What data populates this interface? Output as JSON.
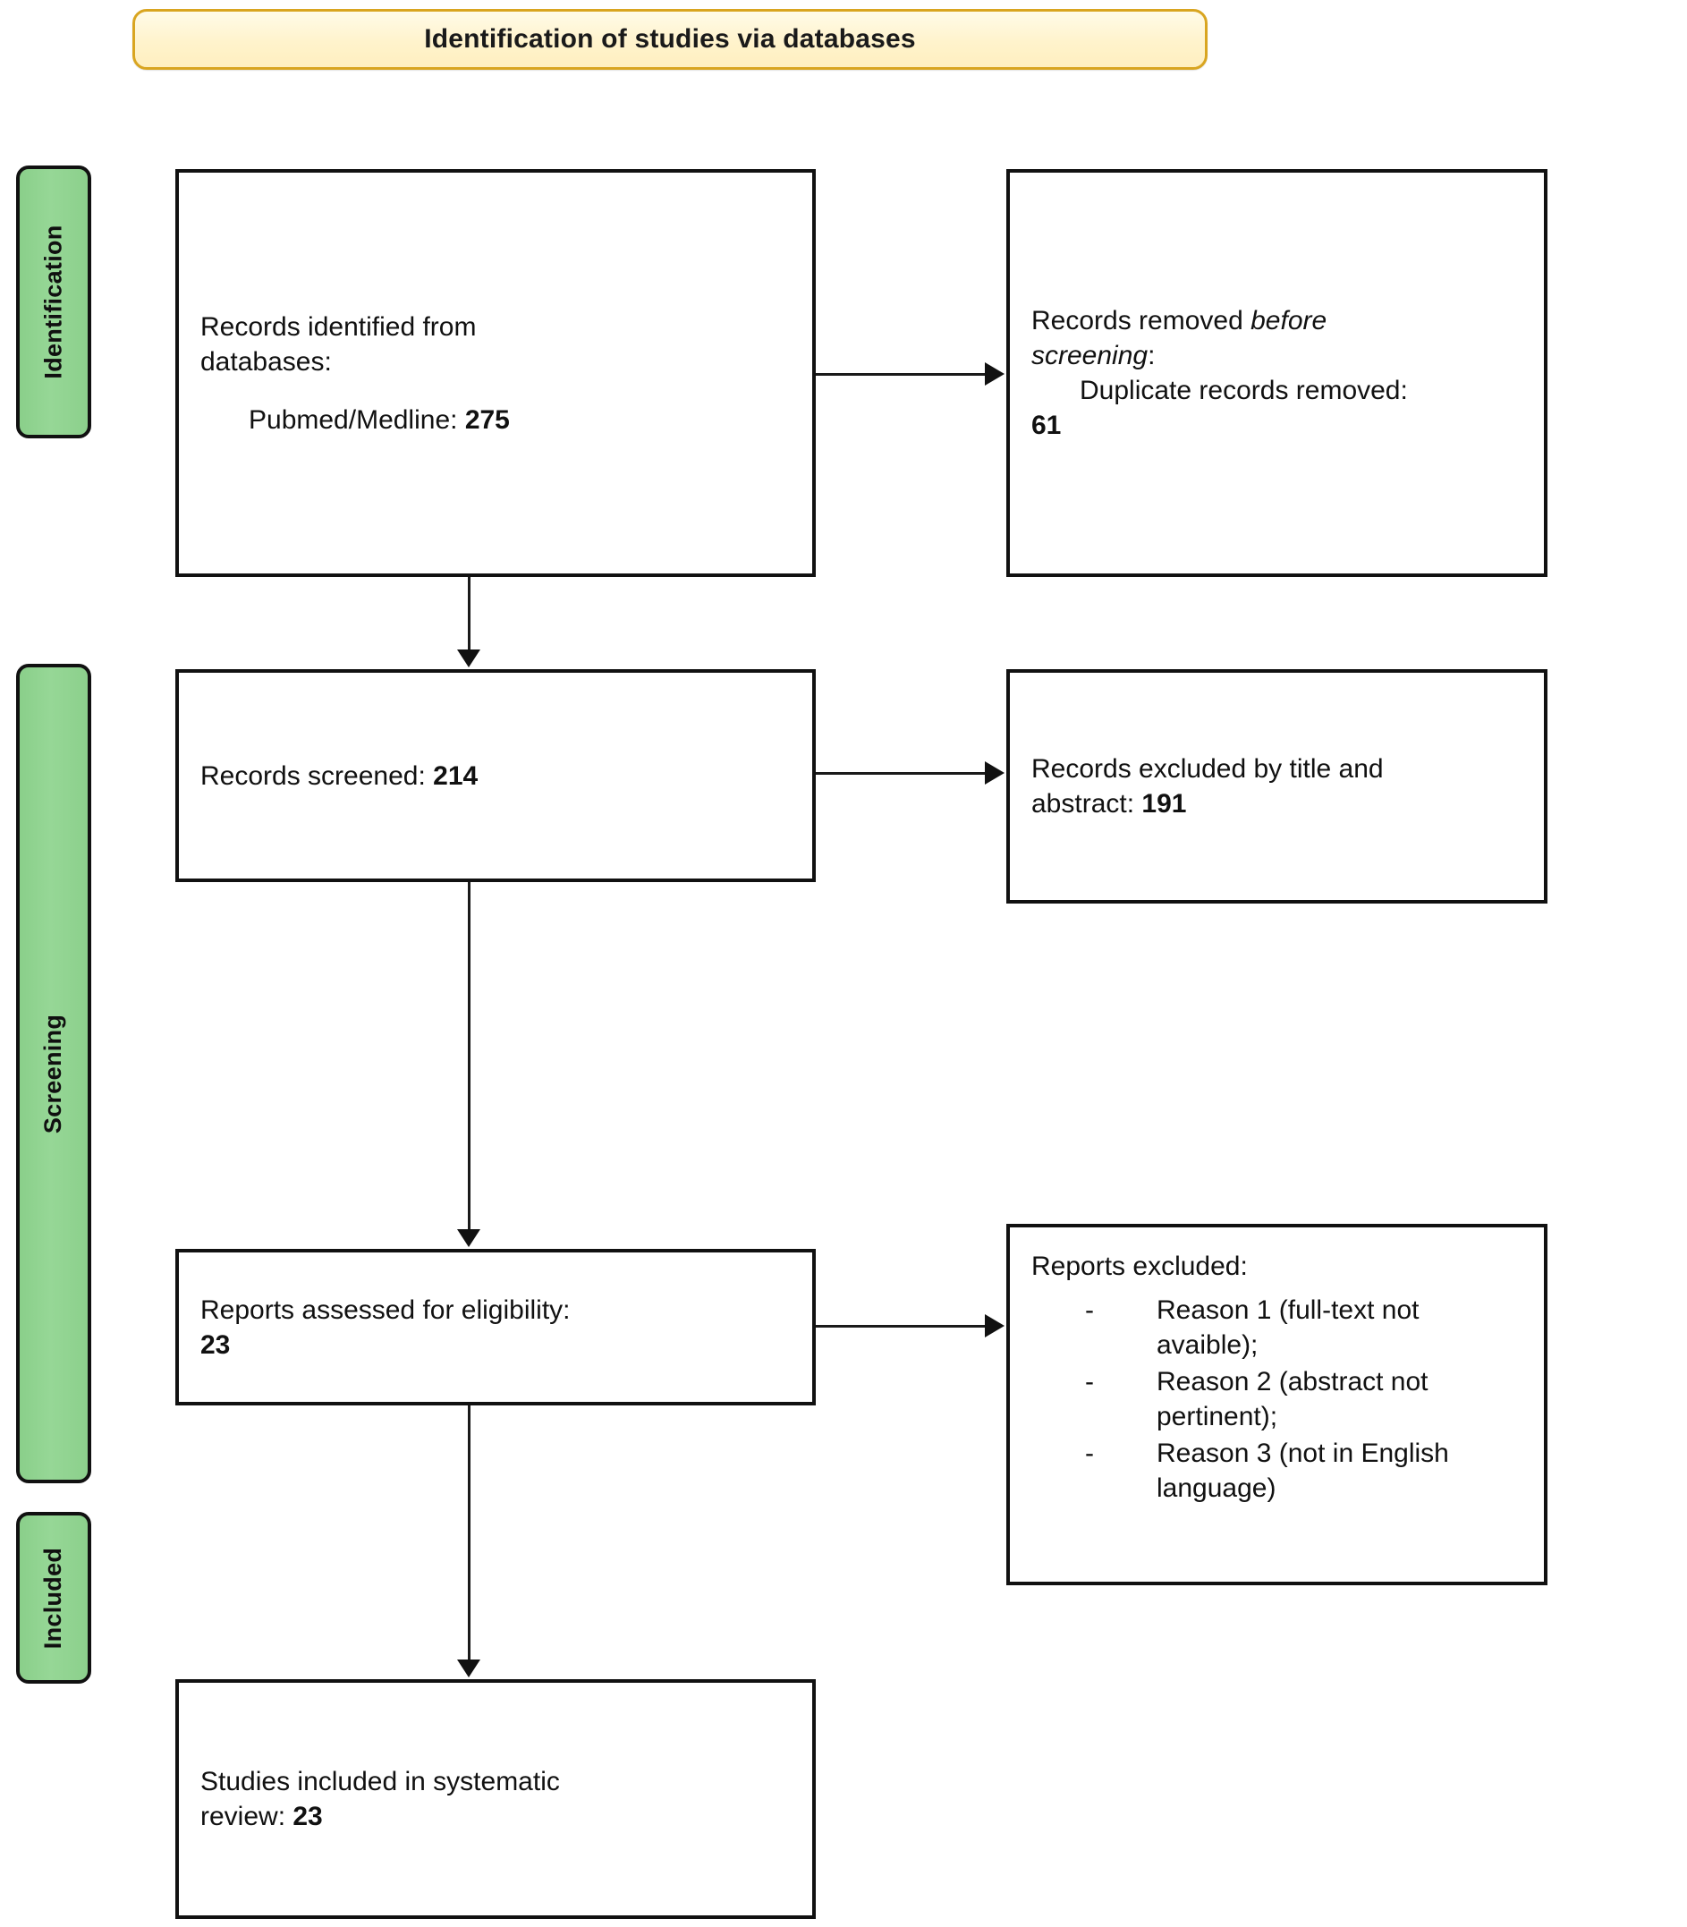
{
  "header": {
    "title": "Identification of studies via databases"
  },
  "stages": [
    {
      "id": "identification",
      "label": "Identification"
    },
    {
      "id": "screening",
      "label": "Screening"
    },
    {
      "id": "included",
      "label": "Included"
    }
  ],
  "boxes": {
    "records_identified": {
      "line1": "Records identified from",
      "line2": "databases:",
      "source_label": "Pubmed/Medline: ",
      "source_count": "275"
    },
    "records_removed": {
      "line1_prefix": "Records removed ",
      "line1_italic": "before",
      "line2_italic": "screening",
      "line2_suffix": ":",
      "detail_label": "Duplicate records removed:",
      "detail_count": "61"
    },
    "records_screened": {
      "label": "Records screened: ",
      "count": "214"
    },
    "records_excluded": {
      "line1": "Records excluded by title and",
      "line2_label": "abstract: ",
      "count": "191"
    },
    "reports_assessed": {
      "label": "Reports assessed for eligibility:",
      "count": "23"
    },
    "reports_excluded": {
      "heading": "Reports excluded:",
      "bullet_glyph": "-",
      "reasons": [
        "Reason 1 (full-text not avaible);",
        "Reason 2 (abstract not pertinent);",
        "Reason 3 (not in English language)"
      ]
    },
    "studies_included": {
      "line1": "Studies included in systematic",
      "line2_label": "review: ",
      "count": "23"
    }
  },
  "colors": {
    "stage_green": "#8ED48E",
    "header_fill": "#FFF3CC",
    "header_border": "#D9A520",
    "box_border": "#111111",
    "connector": "#1a1a1a"
  }
}
